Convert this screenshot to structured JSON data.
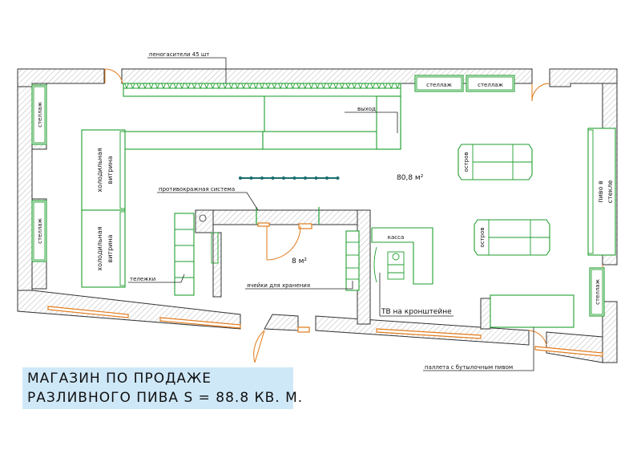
{
  "title": {
    "line1": "МАГАЗИН ПО ПРОДАЖЕ",
    "line2": "РАЗЛИВНОГО ПИВА S = 88.8 КВ. М."
  },
  "labels": {
    "foam": "пеногасители 45 шт",
    "exit": "выход",
    "shelf": "стеллаж",
    "fridge": "холодильная витрина",
    "fridge_l1": "холодильная",
    "fridge_l2": "витрина",
    "antitheft": "противокражная система",
    "area_main": "80,8 м²",
    "area_room": "8 м²",
    "island": "остров",
    "beer_glass_l1": "пиво в",
    "beer_glass_l2": "стекле",
    "cashier": "касса",
    "carts": "тележки",
    "lockers": "ячейки для хранения",
    "tv": "ТВ на кронштейне",
    "pallet": "паллета с бутылочным пивом"
  },
  "colors": {
    "equipment": "#1f9e2f",
    "openings": "#e07a1a",
    "title_bg": "#cfe8f8",
    "antitheft": "#1a6e6e"
  }
}
